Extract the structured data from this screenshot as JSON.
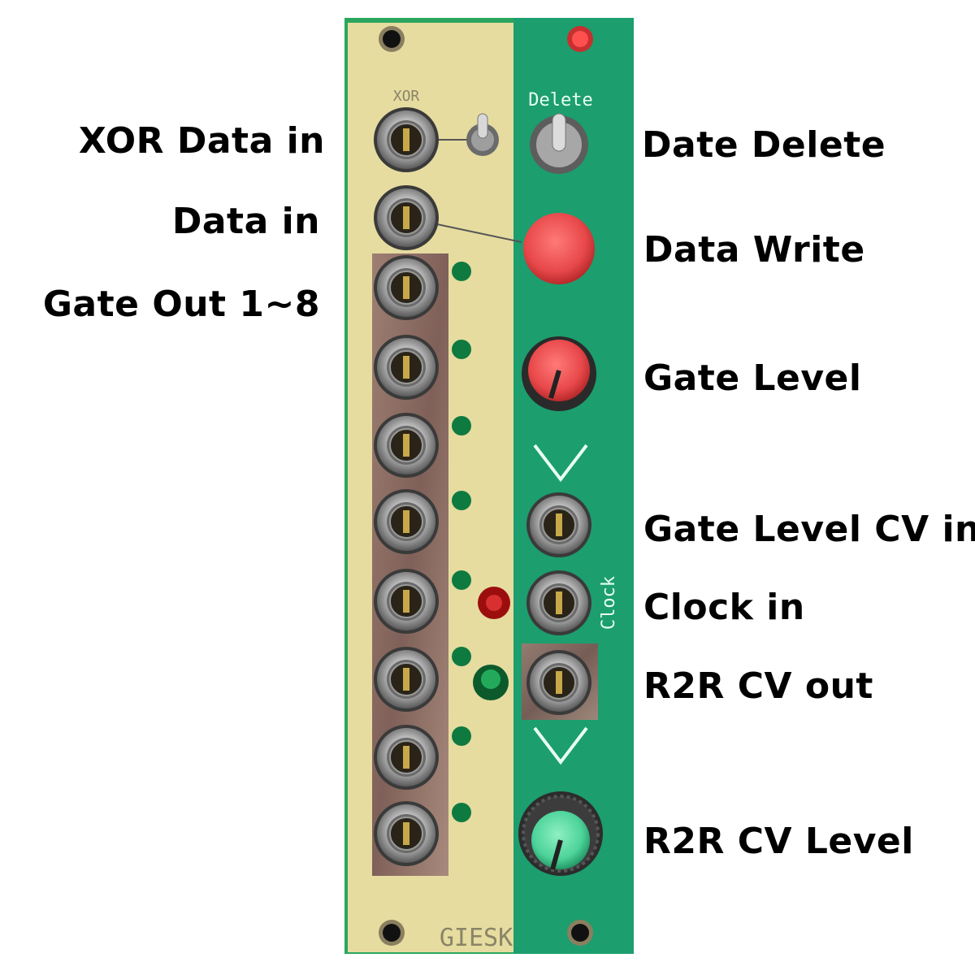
{
  "labels": {
    "xor_data_in": "XOR Data in",
    "data_in": "Data in",
    "gate_out": "Gate Out 1~8",
    "date_delete": "Date Delete",
    "data_write": "Data Write",
    "gate_level": "Gate Level",
    "gate_level_cv_in": "Gate Level CV in",
    "clock_in": "Clock in",
    "r2r_cv_out": "R2R CV out",
    "r2r_cv_level": "R2R CV Level"
  },
  "panel_text": {
    "xor": "XOR",
    "delete": "Delete",
    "clock": "Clock",
    "brand": "GIESK"
  },
  "colors": {
    "pcb_yellow": "#e6dca0",
    "pcb_green": "#1c9e6e",
    "pcb_border": "#2aa65e",
    "button_red": "#e8484a",
    "knob_green": "#4dd39a",
    "tape_copper": "#8a6a62"
  },
  "icons": [
    "jack-icon",
    "toggle-switch-icon",
    "push-button-icon",
    "knob-icon",
    "led-icon",
    "chevron-down-icon",
    "mounting-hole-icon"
  ]
}
